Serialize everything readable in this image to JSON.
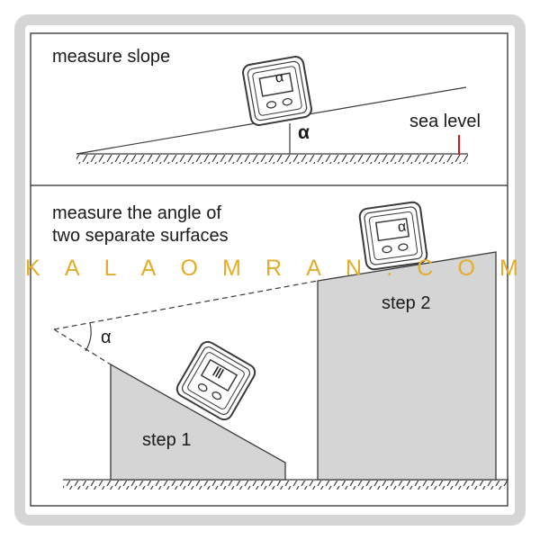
{
  "panel_top": {
    "title": "measure slope",
    "reference_label": "sea level",
    "angle_symbol": "α",
    "device_readout": "α"
  },
  "panel_bottom": {
    "title_line1": "measure the angle of",
    "title_line2": "two separate surfaces",
    "angle_symbol": "α",
    "step1_label": "step 1",
    "step2_label": "step 2",
    "device_step2_readout": "α",
    "device_step1_readout": "|||"
  },
  "watermark": "KALAOMRAN.COM",
  "colors": {
    "frame_outer": "#d6d6d6",
    "panel_border": "#4a4a4a",
    "block_fill": "#d5d5d5",
    "watermark": "#e3ad2a",
    "line": "#3a3a3a"
  }
}
